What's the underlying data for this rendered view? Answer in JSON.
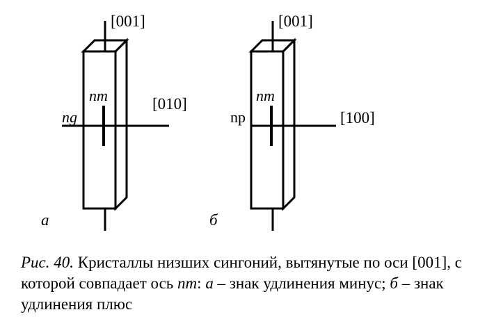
{
  "panels": [
    {
      "letter": "а",
      "vertical_axis_label": "[001]",
      "horizontal_axis_label": "[010]",
      "left_label": "ng",
      "center_label": "nm"
    },
    {
      "letter": "б",
      "vertical_axis_label": "[001]",
      "horizontal_axis_label": "[100]",
      "left_label": "np",
      "center_label": "nm"
    }
  ],
  "caption": {
    "fig_ref": "Рис. 40.",
    "text_1": " Кристаллы низших сингоний, вытянутые по оси [001], с которой совпадает ось ",
    "nm": "nm",
    "text_2": ": ",
    "a": "а",
    "text_3": " – знак удлинения минус; ",
    "b": "б",
    "text_4": " – знак удлинения плюс"
  }
}
